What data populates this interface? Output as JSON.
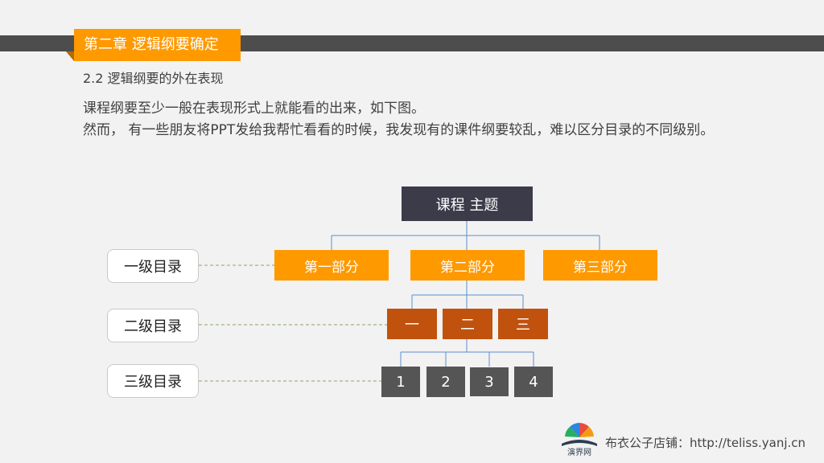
{
  "header": {
    "chapter_title": "第二章  逻辑纲要确定",
    "section_title": "2.2 逻辑纲要的外在表现"
  },
  "intro": {
    "line1": "课程纲要至少一般在表现形式上就能看的出来，如下图。",
    "line2": "然而， 有一些朋友将PPT发给我帮忙看看的时候，我发现有的课件纲要较乱，难以区分目录的不同级别。"
  },
  "tree": {
    "root": "课程 主题",
    "level1": [
      "第一部分",
      "第二部分",
      "第三部分"
    ],
    "level2": [
      "一",
      "二",
      "三"
    ],
    "level3": [
      "1",
      "2",
      "3",
      "4"
    ]
  },
  "levels": {
    "first": "一级目录",
    "second": "二级目录",
    "third": "三级目录"
  },
  "footer": {
    "text": "布衣公子店铺：http://teliss.yanj.cn",
    "logo_text": "演界网"
  },
  "colors": {
    "accent": "#ff9900",
    "dark_bar": "#4d4d4d",
    "root_fill": "#3b3b4a",
    "level2_fill": "#c0520e",
    "level3_fill": "#555555",
    "connector": "#5b8fd0",
    "dashed_guide": "#8aa56a"
  }
}
